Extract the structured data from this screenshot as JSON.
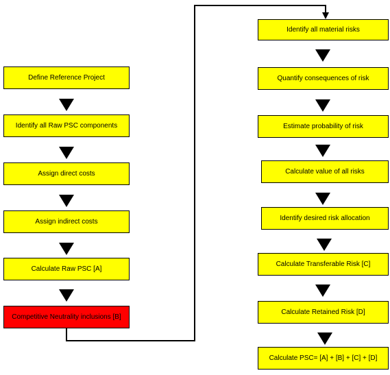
{
  "colors": {
    "box_fill": "#ffff00",
    "highlight_fill": "#ff0000",
    "line": "#000000"
  },
  "left_column": [
    {
      "label": "Define Reference Project"
    },
    {
      "label": "Identify all Raw PSC components"
    },
    {
      "label": "Assign direct costs"
    },
    {
      "label": "Assign indirect costs"
    },
    {
      "label": "Calculate Raw PSC [A]"
    },
    {
      "label": "Competitive Neutrality inclusions [B]",
      "highlight": true
    }
  ],
  "right_column": [
    {
      "label": "Identify all material risks"
    },
    {
      "label": "Quantify consequences of risk"
    },
    {
      "label": "Estimate probability of risk"
    },
    {
      "label": "Calculate value of all risks"
    },
    {
      "label": "Identify desired risk allocation"
    },
    {
      "label": "Calculate Transferable Risk [C]"
    },
    {
      "label": "Calculate Retained Risk [D]"
    },
    {
      "label": "Calculate PSC= [A] + [B] + [C] + [D]"
    }
  ]
}
